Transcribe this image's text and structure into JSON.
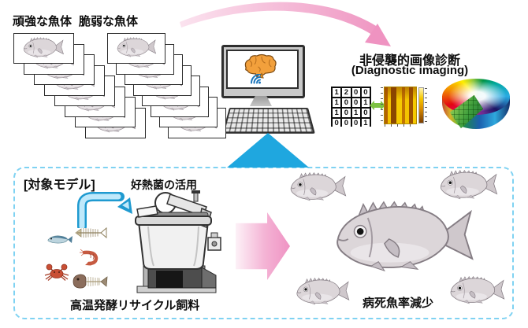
{
  "top": {
    "robust_stack_label": "頑強な魚体",
    "fragile_stack_label": "脆弱な魚体",
    "diagnostic_title_jp": "非侵襲的画像診断",
    "diagnostic_title_en": "(Diagnostic imaging)"
  },
  "matrix": {
    "rows": [
      [
        "1",
        "2",
        "0",
        "0"
      ],
      [
        "1",
        "0",
        "0",
        "1"
      ],
      [
        "1",
        "0",
        "1",
        "0"
      ],
      [
        "0",
        "0",
        "0",
        "1"
      ]
    ]
  },
  "bottom": {
    "box_label": "[対象モデル]",
    "thermophilic_label": "好熱菌の活用",
    "feed_label": "高温発酵リサイクル飼料",
    "result_label": "病死魚率減少"
  },
  "icons": {
    "brain": "brain-icon",
    "wifi": "wifi-signal-icon",
    "monitor": "desktop-computer",
    "matrix_heatmap_arrow": "green-double-arrow-icon",
    "color_space": "3d-color-space-image",
    "fish": "sea-bream-image"
  },
  "colors": {
    "pink_arrow": "#F0A0C8",
    "blue_arrow": "#1FA7DF",
    "dashed_border": "#7FD2F2",
    "green_arrow": "#7DC242",
    "heatmap_yellow": "#F5C400",
    "brain_orange": "#F2A03C"
  }
}
